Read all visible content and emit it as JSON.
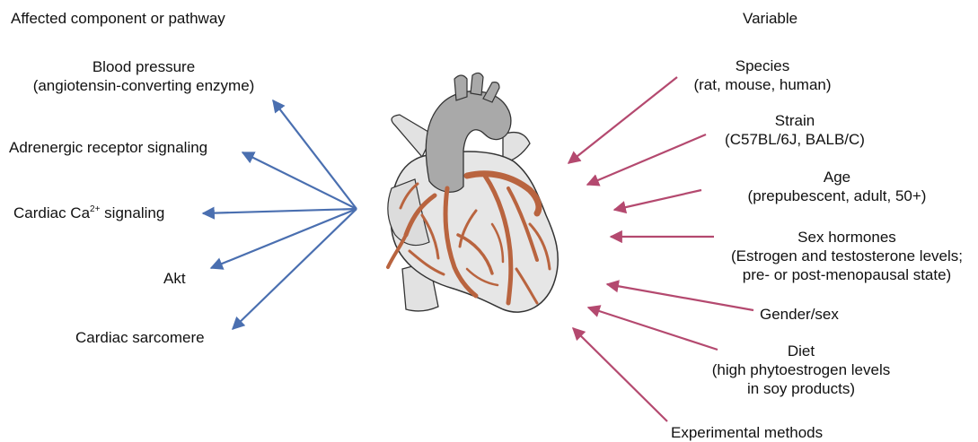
{
  "headers": {
    "left": "Affected component or pathway",
    "right": "Variable"
  },
  "left_items": [
    {
      "lines": [
        "Blood pressure",
        "(angiotensin-converting enzyme)"
      ]
    },
    {
      "lines": [
        "Adrenergic receptor signaling"
      ]
    },
    {
      "prefix": "Cardiac Ca",
      "sup": "2+",
      "suffix": " signaling"
    },
    {
      "lines": [
        "Akt"
      ]
    },
    {
      "lines": [
        "Cardiac sarcomere"
      ]
    }
  ],
  "right_items": [
    {
      "lines": [
        "Species",
        "(rat, mouse, human)"
      ]
    },
    {
      "lines": [
        "Strain",
        "(C57BL/6J, BALB/C)"
      ]
    },
    {
      "lines": [
        "Age",
        "(prepubescent, adult, 50+)"
      ]
    },
    {
      "lines": [
        "Sex hormones",
        "(Estrogen and testosterone levels;",
        "pre- or post-menopausal state)"
      ]
    },
    {
      "lines": [
        "Gender/sex"
      ]
    },
    {
      "lines": [
        "Diet",
        "(high phytoestrogen levels",
        "in soy products)"
      ]
    },
    {
      "lines": [
        "Experimental methods"
      ]
    }
  ],
  "colors": {
    "left_arrows": "#4a6fb0",
    "right_arrows": "#b4496f",
    "vessel": "#b9643f",
    "heart_fill": "#e6e6e6",
    "aorta": "#a9a9a9"
  }
}
